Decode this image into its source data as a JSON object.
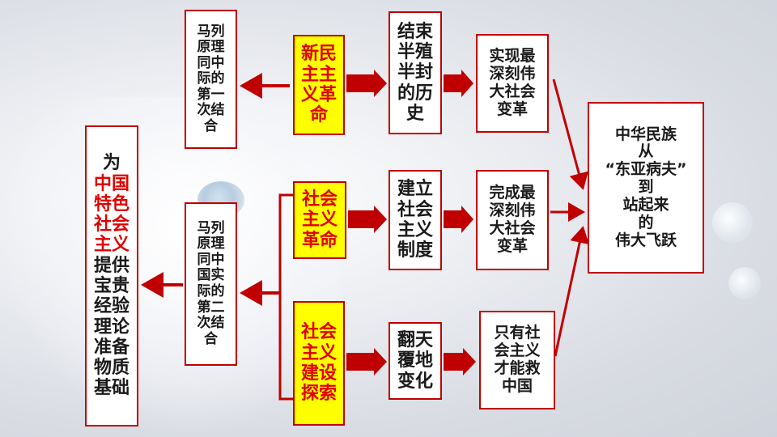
{
  "left_box": {
    "line1": "为",
    "highlight": "中国\n特色\n社会\n主义",
    "rest": "提供\n宝贵\n经验\n理论\n准备\n物质\n基础"
  },
  "principle_boxes": [
    {
      "text": "马列\n原理\n同中\n际的\n第一\n次结\n合"
    },
    {
      "text": "马列\n原理\n同中\n国实\n际的\n第二\n次结\n合"
    }
  ],
  "revolution_boxes": [
    {
      "text": "新民\n主主\n义革\n命"
    },
    {
      "text": "社会\n主义\n革命"
    },
    {
      "text": "社会\n主义\n建设\n探索"
    }
  ],
  "result_boxes": [
    {
      "text": "结束\n半殖\n半封\n的历\n史"
    },
    {
      "text": "建立\n社会\n主义\n制度"
    },
    {
      "text": "翻天\n覆地\n变化"
    }
  ],
  "change_boxes": [
    {
      "text": "实现最\n深刻伟\n大社会\n变革"
    },
    {
      "text": "完成最\n深刻伟\n大社会\n变革"
    },
    {
      "text": "只有社\n会主义\n才能救\n中国"
    }
  ],
  "final_box": {
    "text": "中华民族\n从\n“东亚病夫”\n到\n站起来\n的\n伟大飞跃"
  },
  "colors": {
    "accent_red": "#c00000",
    "text_red": "#e00000",
    "highlight_yellow": "#ffff00"
  }
}
